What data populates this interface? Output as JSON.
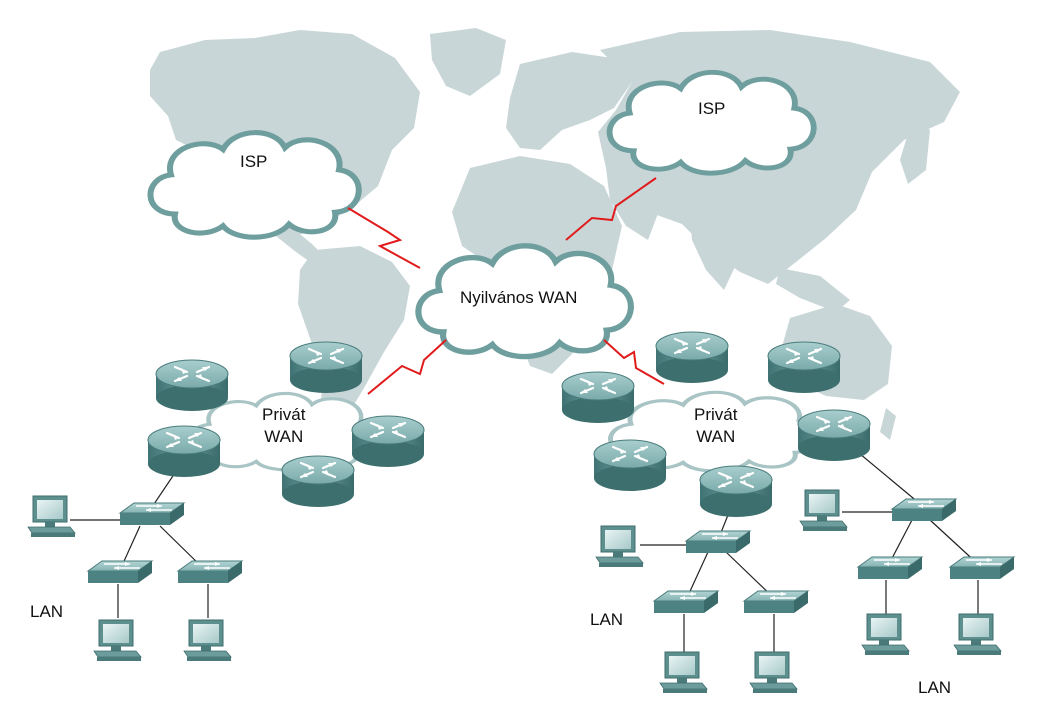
{
  "clouds": {
    "isp_left": "ISP",
    "isp_right": "ISP",
    "public_wan": "Nyilvános WAN"
  },
  "private_wan": {
    "left": {
      "line1": "Privát",
      "line2": "WAN"
    },
    "right": {
      "line1": "Privát",
      "line2": "WAN"
    }
  },
  "lan_labels": {
    "left": "LAN",
    "center": "LAN",
    "right": "LAN"
  },
  "colors": {
    "map": "#c9d6d8",
    "cloud_stroke": "#6f9e9e",
    "wan_link": "#e11b1b",
    "device": "#4f8888",
    "cable": "#222222"
  }
}
